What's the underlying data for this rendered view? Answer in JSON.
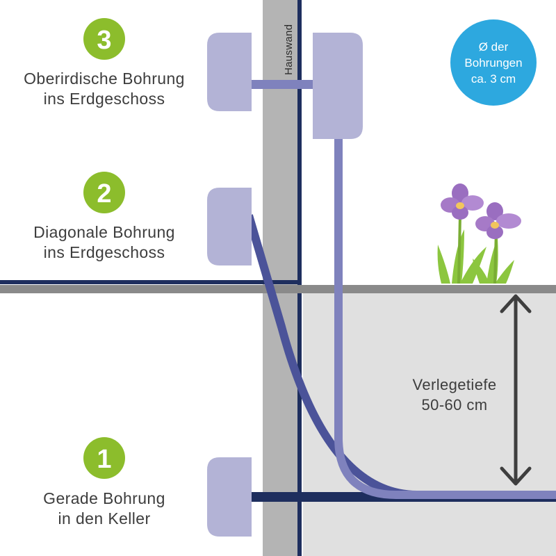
{
  "wall_label": "Hauswand",
  "steps": [
    {
      "number": "3",
      "line1": "Oberirdische Bohrung",
      "line2": "ins Erdgeschoss"
    },
    {
      "number": "2",
      "line1": "Diagonale Bohrung",
      "line2": "ins Erdgeschoss"
    },
    {
      "number": "1",
      "line1": "Gerade Bohrung",
      "line2": "in den Keller"
    }
  ],
  "info_badge": {
    "line1": "Ø der",
    "line2": "Bohrungen",
    "line3": "ca. 3 cm"
  },
  "depth": {
    "line1": "Verlegetiefe",
    "line2": "50-60 cm"
  },
  "colors": {
    "step_badge": "#8cbd2c",
    "info_badge": "#2da8df",
    "wall": "#b4b4b4",
    "ground_line": "#8a8a8a",
    "soil": "#e0e0e0",
    "outlet_box": "#b3b3d6",
    "pipe_light": "#7f82bd",
    "pipe_dark": "#4b5399",
    "navy_line": "#1e2e5e",
    "arrow": "#3e3e3e",
    "flower_petal": "#a67ac7",
    "flower_center": "#f2c65c",
    "leaf": "#8cc63f"
  }
}
